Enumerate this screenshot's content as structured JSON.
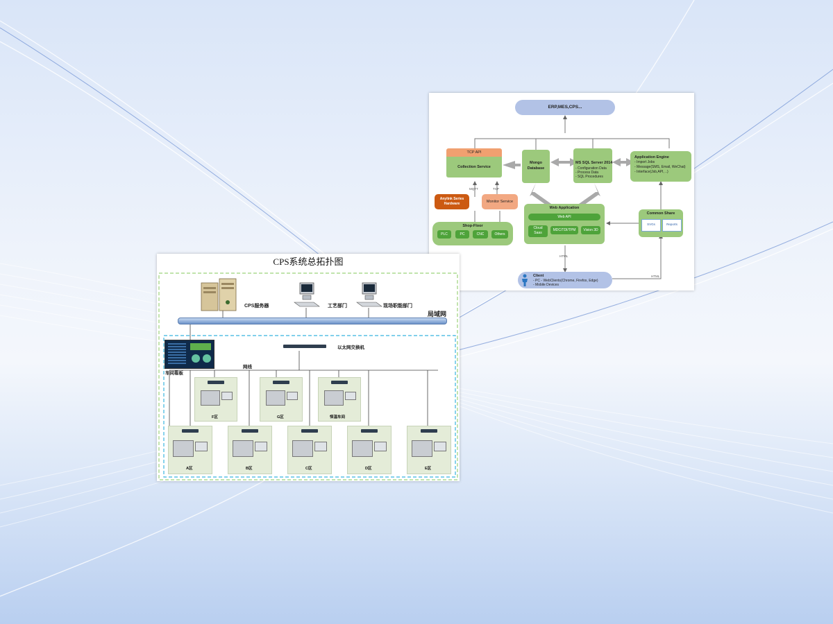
{
  "architecture": {
    "top_box": "ERP,MES,CPS...",
    "tcp_api": "TCP API",
    "collection_service": "Collection Service",
    "mongo_db": [
      "Mongo",
      "Database"
    ],
    "ms_sql": {
      "title": "MS SQL Server 2014",
      "items": [
        "- Configuration Data",
        "- Process Data",
        "- SQL Procedures"
      ]
    },
    "app_engine": {
      "title": "Application  Engine",
      "items": [
        "- Import Jobs",
        "- Message(SMS, Email, WeChat)",
        "- Interface(Jsb,API, ..)"
      ]
    },
    "mqtt_label": "MQTT",
    "tcp_label": "TCP",
    "anylink": [
      "Anylink Series",
      "Hardware"
    ],
    "monitor_service": "Monitor Service",
    "shop_floor": {
      "title": "Shop-Floor",
      "items": [
        "PLC",
        "PC",
        "CNC",
        "Others"
      ]
    },
    "web_application": {
      "title": "Web Application",
      "web_api": "Web API",
      "items": [
        "Cloud\nSaas",
        "MDC/TDI/TPM",
        "Vision 3D"
      ]
    },
    "common_share": {
      "title": "Common Share",
      "items": [
        "SVGs",
        "Reports"
      ]
    },
    "html_label_1": "HTML",
    "html_label_2": "HTML",
    "client": {
      "title": "Client",
      "items": [
        "- PC - WebClients(Chrome, Firefox, Edge)",
        "- Mobile Devices"
      ]
    }
  },
  "topology": {
    "title": "CPS系统总拓扑图",
    "cps_server": "CPS服务器",
    "process_dept": "工艺部门",
    "onsite_dept": "现场职能部门",
    "lan": "局域网",
    "ethernet_switch": "以太网交换机",
    "network_cable": "网线",
    "workshop_board": "车间看板",
    "zones_top": [
      "F区",
      "G区",
      "恒温车间"
    ],
    "zones_bottom": [
      "A区",
      "B区",
      "C区",
      "D区",
      "E区"
    ]
  }
}
